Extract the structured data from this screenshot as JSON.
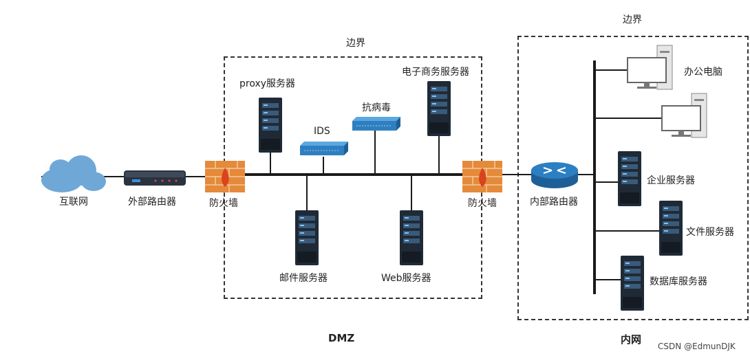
{
  "zones": {
    "dmz": {
      "boundary_label": "边界",
      "bottom_label": "DMZ"
    },
    "internal": {
      "boundary_label": "边界",
      "bottom_label": "内网"
    }
  },
  "nodes": {
    "internet": "互联网",
    "external_router": "外部路由器",
    "firewall_outer": "防火墙",
    "proxy_server": "proxy服务器",
    "ids": "IDS",
    "antivirus": "抗病毒",
    "ecommerce_server": "电子商务服务器",
    "mail_server": "邮件服务器",
    "web_server": "Web服务器",
    "firewall_inner": "防火墙",
    "internal_router": "内部路由器",
    "office_pc": "办公电脑",
    "enterprise_server": "企业服务器",
    "file_server": "文件服务器",
    "database_server": "数据库服务器"
  },
  "watermark": "CSDN @EdmunDJK",
  "colors": {
    "line": "#1a1a1a",
    "cloud": "#6fa8d6",
    "device_blue": "#2f7fc0",
    "server_dark": "#1f2a36",
    "firewall": "#e58a3a",
    "router": "#2b6fa8"
  }
}
